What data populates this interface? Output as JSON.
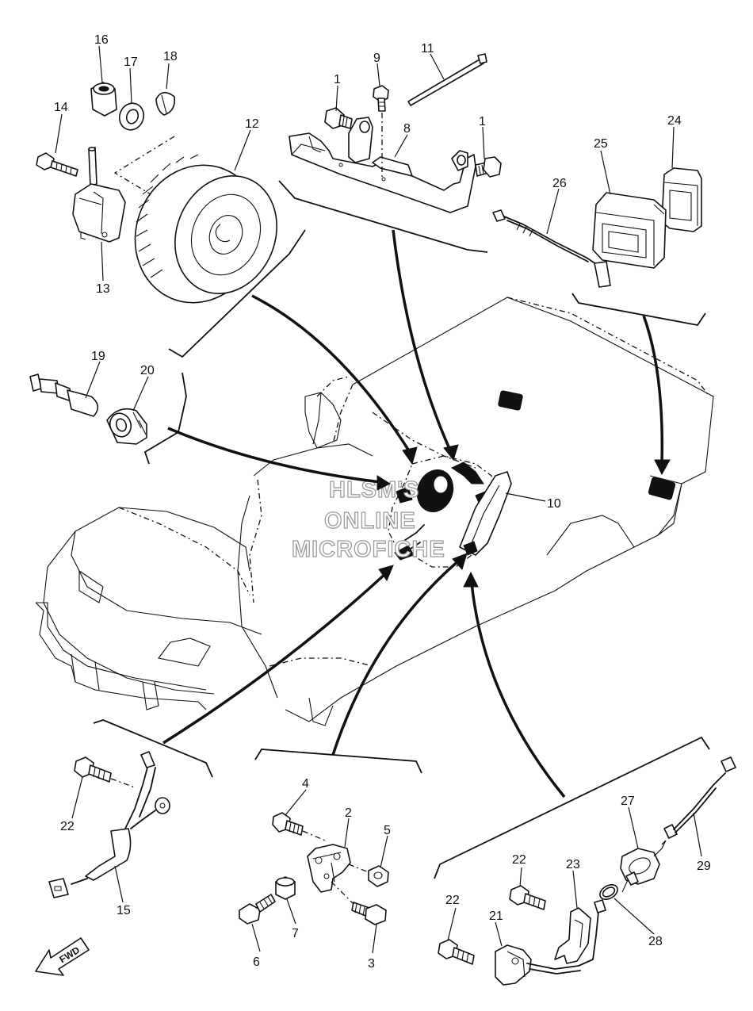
{
  "watermark": {
    "line1": "HLSM'S",
    "line2": "ONLINE",
    "line3": "MICROFICHE"
  },
  "forward_label": "FWD",
  "callouts": {
    "c1a": "1",
    "c1b": "1",
    "c2": "2",
    "c3": "3",
    "c4": "4",
    "c5": "5",
    "c6": "6",
    "c7": "7",
    "c8": "8",
    "c9": "9",
    "c10": "10",
    "c11": "11",
    "c12": "12",
    "c13": "13",
    "c14": "14",
    "c15": "15",
    "c16": "16",
    "c17": "17",
    "c18": "18",
    "c19": "19",
    "c20": "20",
    "c21": "21",
    "c22a": "22",
    "c22b": "22",
    "c22c": "22",
    "c23": "23",
    "c24": "24",
    "c25": "25",
    "c26": "26",
    "c27": "27",
    "c28": "28",
    "c29": "29"
  }
}
